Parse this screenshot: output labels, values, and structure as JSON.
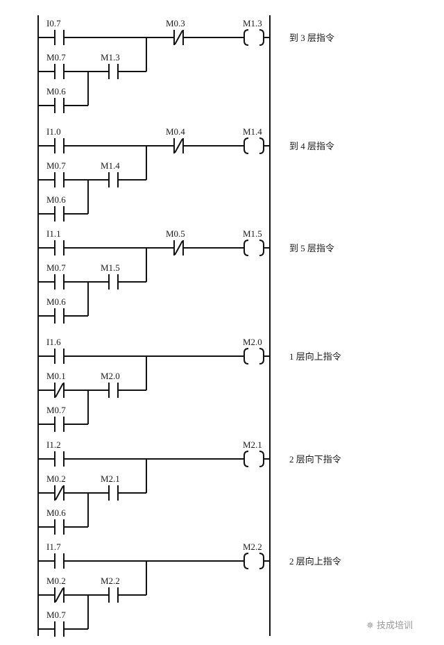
{
  "diagram": {
    "type": "PLC ladder diagram",
    "rungs": [
      {
        "main_contact": {
          "address": "I0.7",
          "type": "NO"
        },
        "hold_contact_a": {
          "address": "M0.7",
          "type": "NO"
        },
        "hold_contact_b": {
          "address": "M0.6",
          "type": "NO"
        },
        "seal_contact": {
          "address": "M1.3",
          "type": "NO"
        },
        "interlock_contact": {
          "address": "M0.3",
          "type": "NC"
        },
        "coil": "M1.3",
        "comment": "到 3 层指令"
      },
      {
        "main_contact": {
          "address": "I1.0",
          "type": "NO"
        },
        "hold_contact_a": {
          "address": "M0.7",
          "type": "NO"
        },
        "hold_contact_b": {
          "address": "M0.6",
          "type": "NO"
        },
        "seal_contact": {
          "address": "M1.4",
          "type": "NO"
        },
        "interlock_contact": {
          "address": "M0.4",
          "type": "NC"
        },
        "coil": "M1.4",
        "comment": "到 4 层指令"
      },
      {
        "main_contact": {
          "address": "I1.1",
          "type": "NO"
        },
        "hold_contact_a": {
          "address": "M0.7",
          "type": "NO"
        },
        "hold_contact_b": {
          "address": "M0.6",
          "type": "NO"
        },
        "seal_contact": {
          "address": "M1.5",
          "type": "NO"
        },
        "interlock_contact": {
          "address": "M0.5",
          "type": "NC"
        },
        "coil": "M1.5",
        "comment": "到 5 层指令"
      },
      {
        "main_contact": {
          "address": "I1.6",
          "type": "NO"
        },
        "hold_contact_a": {
          "address": "M0.1",
          "type": "NC"
        },
        "hold_contact_b": {
          "address": "M0.7",
          "type": "NO"
        },
        "seal_contact": {
          "address": "M2.0",
          "type": "NO"
        },
        "interlock_contact": null,
        "coil": "M2.0",
        "comment": "1 层向上指令"
      },
      {
        "main_contact": {
          "address": "I1.2",
          "type": "NO"
        },
        "hold_contact_a": {
          "address": "M0.2",
          "type": "NC"
        },
        "hold_contact_b": {
          "address": "M0.6",
          "type": "NO"
        },
        "seal_contact": {
          "address": "M2.1",
          "type": "NO"
        },
        "interlock_contact": null,
        "coil": "M2.1",
        "comment": "2 层向下指令"
      },
      {
        "main_contact": {
          "address": "I1.7",
          "type": "NO"
        },
        "hold_contact_a": {
          "address": "M0.2",
          "type": "NC"
        },
        "hold_contact_b": {
          "address": "M0.7",
          "type": "NO"
        },
        "seal_contact": {
          "address": "M2.2",
          "type": "NO"
        },
        "interlock_contact": null,
        "coil": "M2.2",
        "comment": "2 层向上指令"
      }
    ]
  },
  "watermark": {
    "icon": "wechat-icon",
    "text": "技成培训"
  }
}
